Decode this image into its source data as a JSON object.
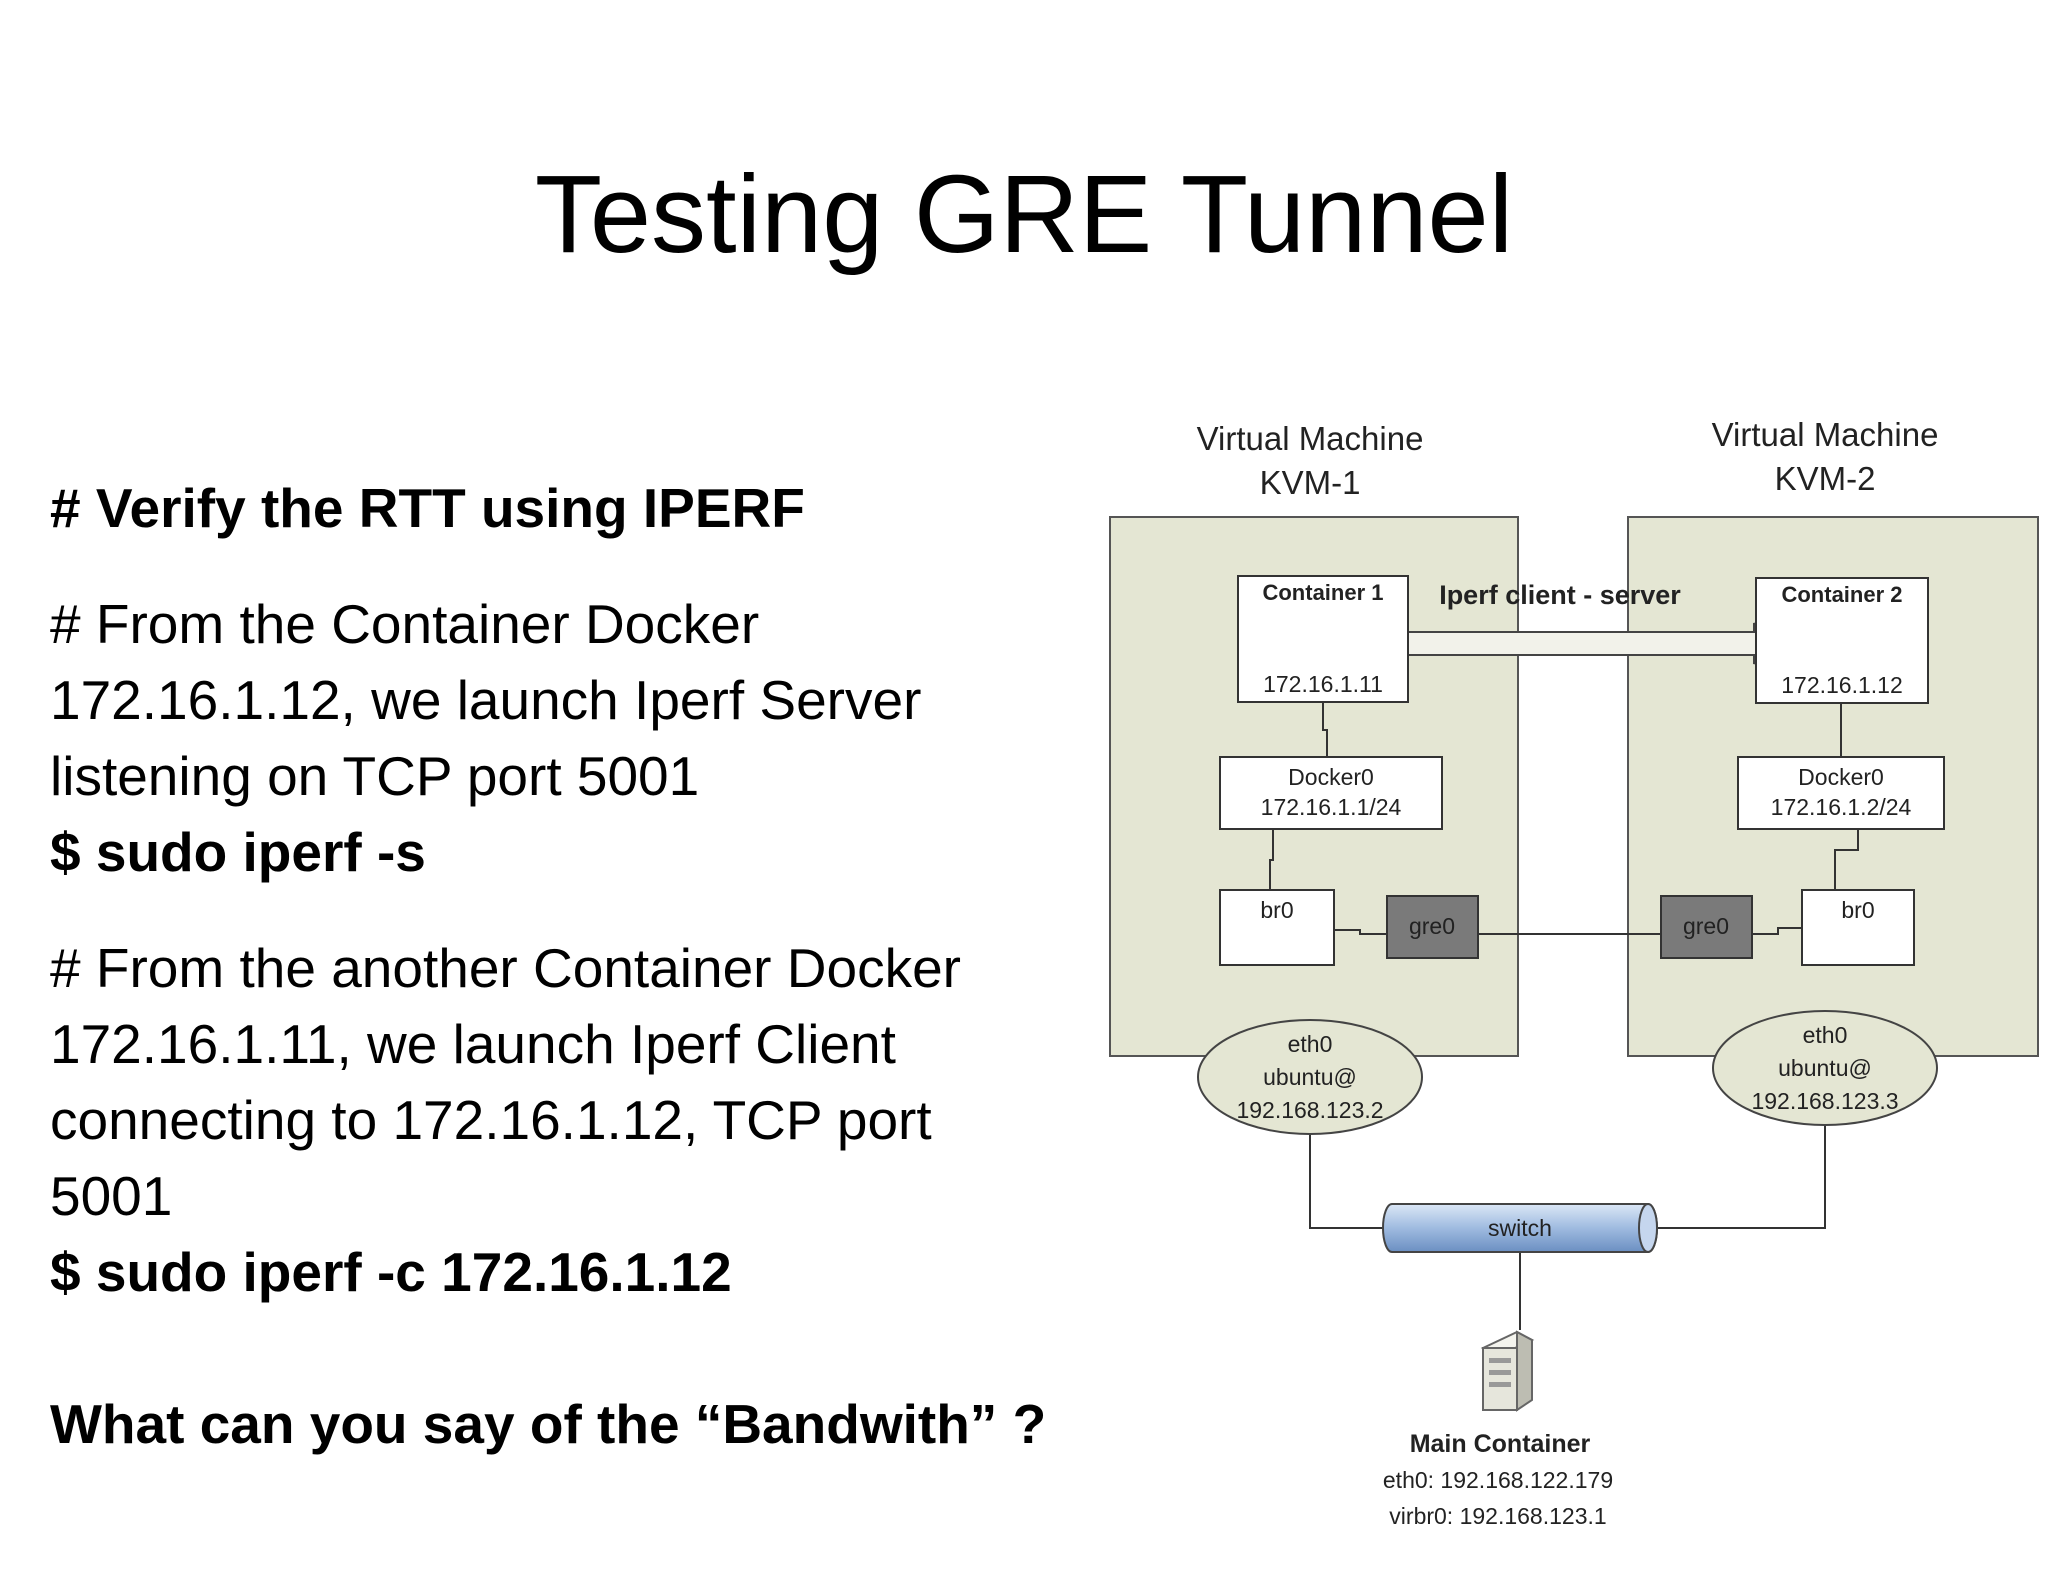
{
  "title": "Testing GRE Tunnel",
  "text": {
    "heading": "# Verify the RTT using IPERF",
    "server_desc": [
      "# From the Container Docker",
      "172.16.1.12, we launch Iperf Server",
      "listening on TCP port 5001"
    ],
    "server_cmd": "$ sudo iperf -s",
    "client_desc": [
      "# From the another Container Docker",
      "172.16.1.11, we launch Iperf Client",
      "connecting to 172.16.1.12, TCP port",
      "5001"
    ],
    "client_cmd": "$ sudo iperf -c 172.16.1.12",
    "question": "What can you say of the “Bandwith” ?"
  },
  "diagram": {
    "vm1": {
      "line1": "Virtual Machine",
      "line2": "KVM-1"
    },
    "vm2": {
      "line1": "Virtual Machine",
      "line2": "KVM-2"
    },
    "container1": {
      "name": "Container 1",
      "ip": "172.16.1.11"
    },
    "container2": {
      "name": "Container 2",
      "ip": "172.16.1.12"
    },
    "arrow_label": "Iperf client - server",
    "docker0_1": {
      "name": "Docker0",
      "ip": "172.16.1.1/24"
    },
    "docker0_2": {
      "name": "Docker0",
      "ip": "172.16.1.2/24"
    },
    "br0_1": "br0",
    "br0_2": "br0",
    "gre0_1": "gre0",
    "gre0_2": "gre0",
    "eth0_1": {
      "name": "eth0",
      "user": "ubuntu@",
      "ip": "192.168.123.2"
    },
    "eth0_2": {
      "name": "eth0",
      "user": "ubuntu@",
      "ip": "192.168.123.3"
    },
    "switch": "switch",
    "main": {
      "name": "Main Container",
      "eth0": "eth0: 192.168.122.179",
      "virbr0": "virbr0: 192.168.123.1"
    }
  },
  "colors": {
    "vm_fill": "#e4e6d3",
    "gre_fill": "#7a7a7a",
    "switch_fill": "#9fbbe0"
  }
}
